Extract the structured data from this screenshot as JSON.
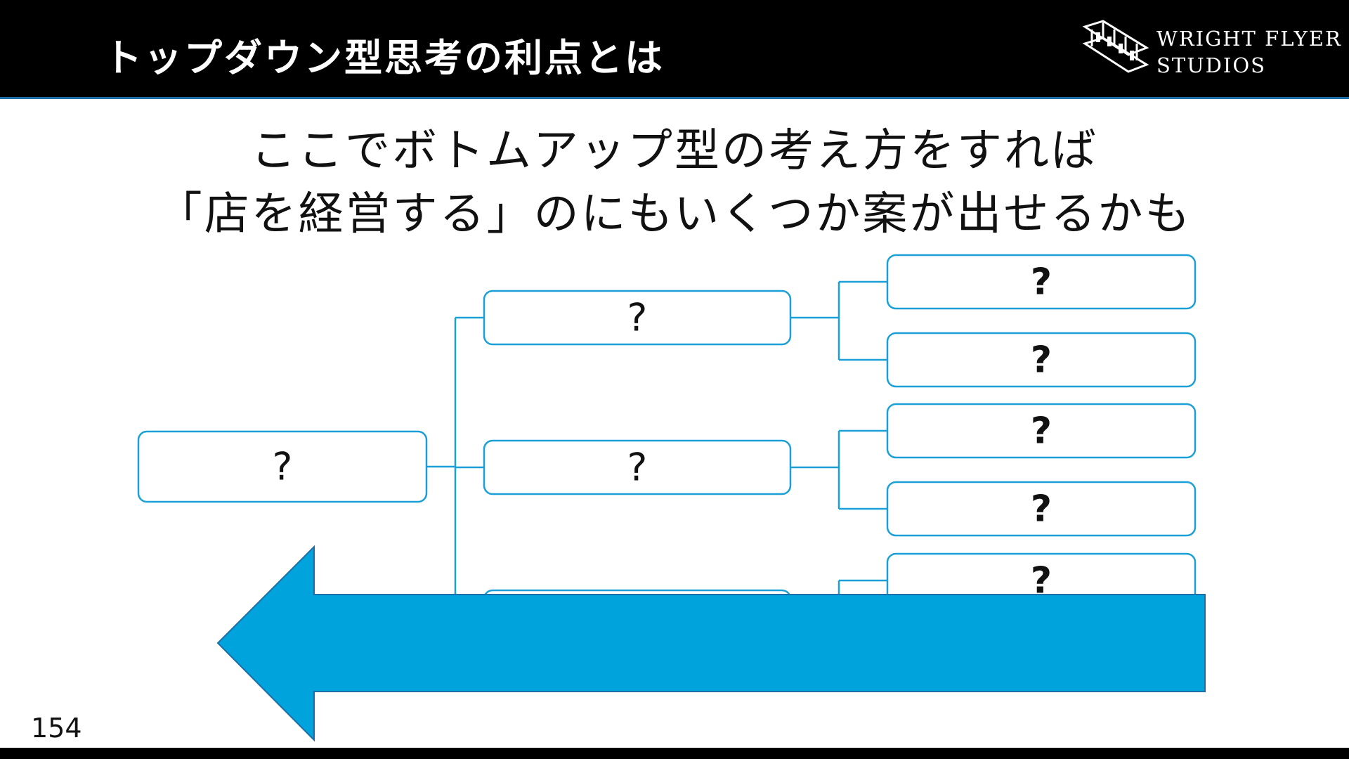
{
  "slide": {
    "title": "トップダウン型思考の利点とは",
    "subtitle_lines": [
      "ここでボトムアップ型の考え方をすれば",
      "「店を経営する」のにもいくつか案が出せるかも"
    ],
    "page_number": "154"
  },
  "logo": {
    "line1": "WRIGHT FLYER",
    "line2": "STUDIOS"
  },
  "tree": {
    "root": "?",
    "level2": [
      "?",
      "?",
      "?"
    ],
    "level3": [
      "?",
      "?",
      "?",
      "?",
      "?"
    ]
  },
  "colors": {
    "header_bg": "#000000",
    "accent": "#1a9fd6",
    "arrow": "#00a3dc",
    "arrow_border": "#1b6fa8"
  }
}
